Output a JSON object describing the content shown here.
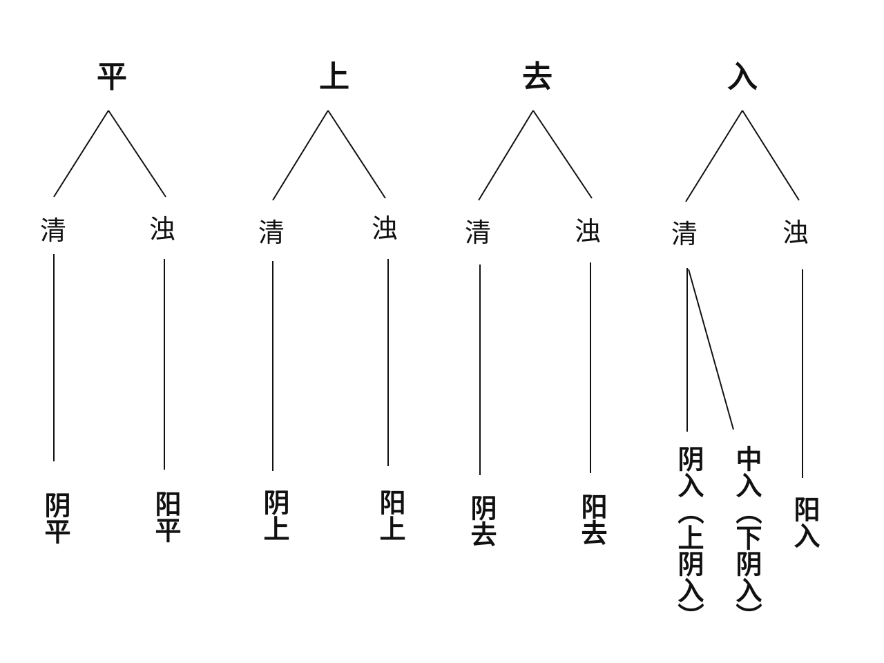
{
  "tones": {
    "ping": {
      "label": "平",
      "qing": "清",
      "zhuo": "浊",
      "qing_result": "阴平",
      "zhuo_result": "阳平"
    },
    "shang": {
      "label": "上",
      "qing": "清",
      "zhuo": "浊",
      "qing_result": "阴上",
      "zhuo_result": "阳上"
    },
    "qu": {
      "label": "去",
      "qing": "清",
      "zhuo": "浊",
      "qing_result": "阴去",
      "zhuo_result": "阳去"
    },
    "ru": {
      "label": "入",
      "qing": "清",
      "zhuo": "浊",
      "qing_result_1": "阴入（上阴入）",
      "qing_result_2": "中入（下阴入）",
      "zhuo_result": "阳入"
    }
  },
  "line_color": "#111111"
}
